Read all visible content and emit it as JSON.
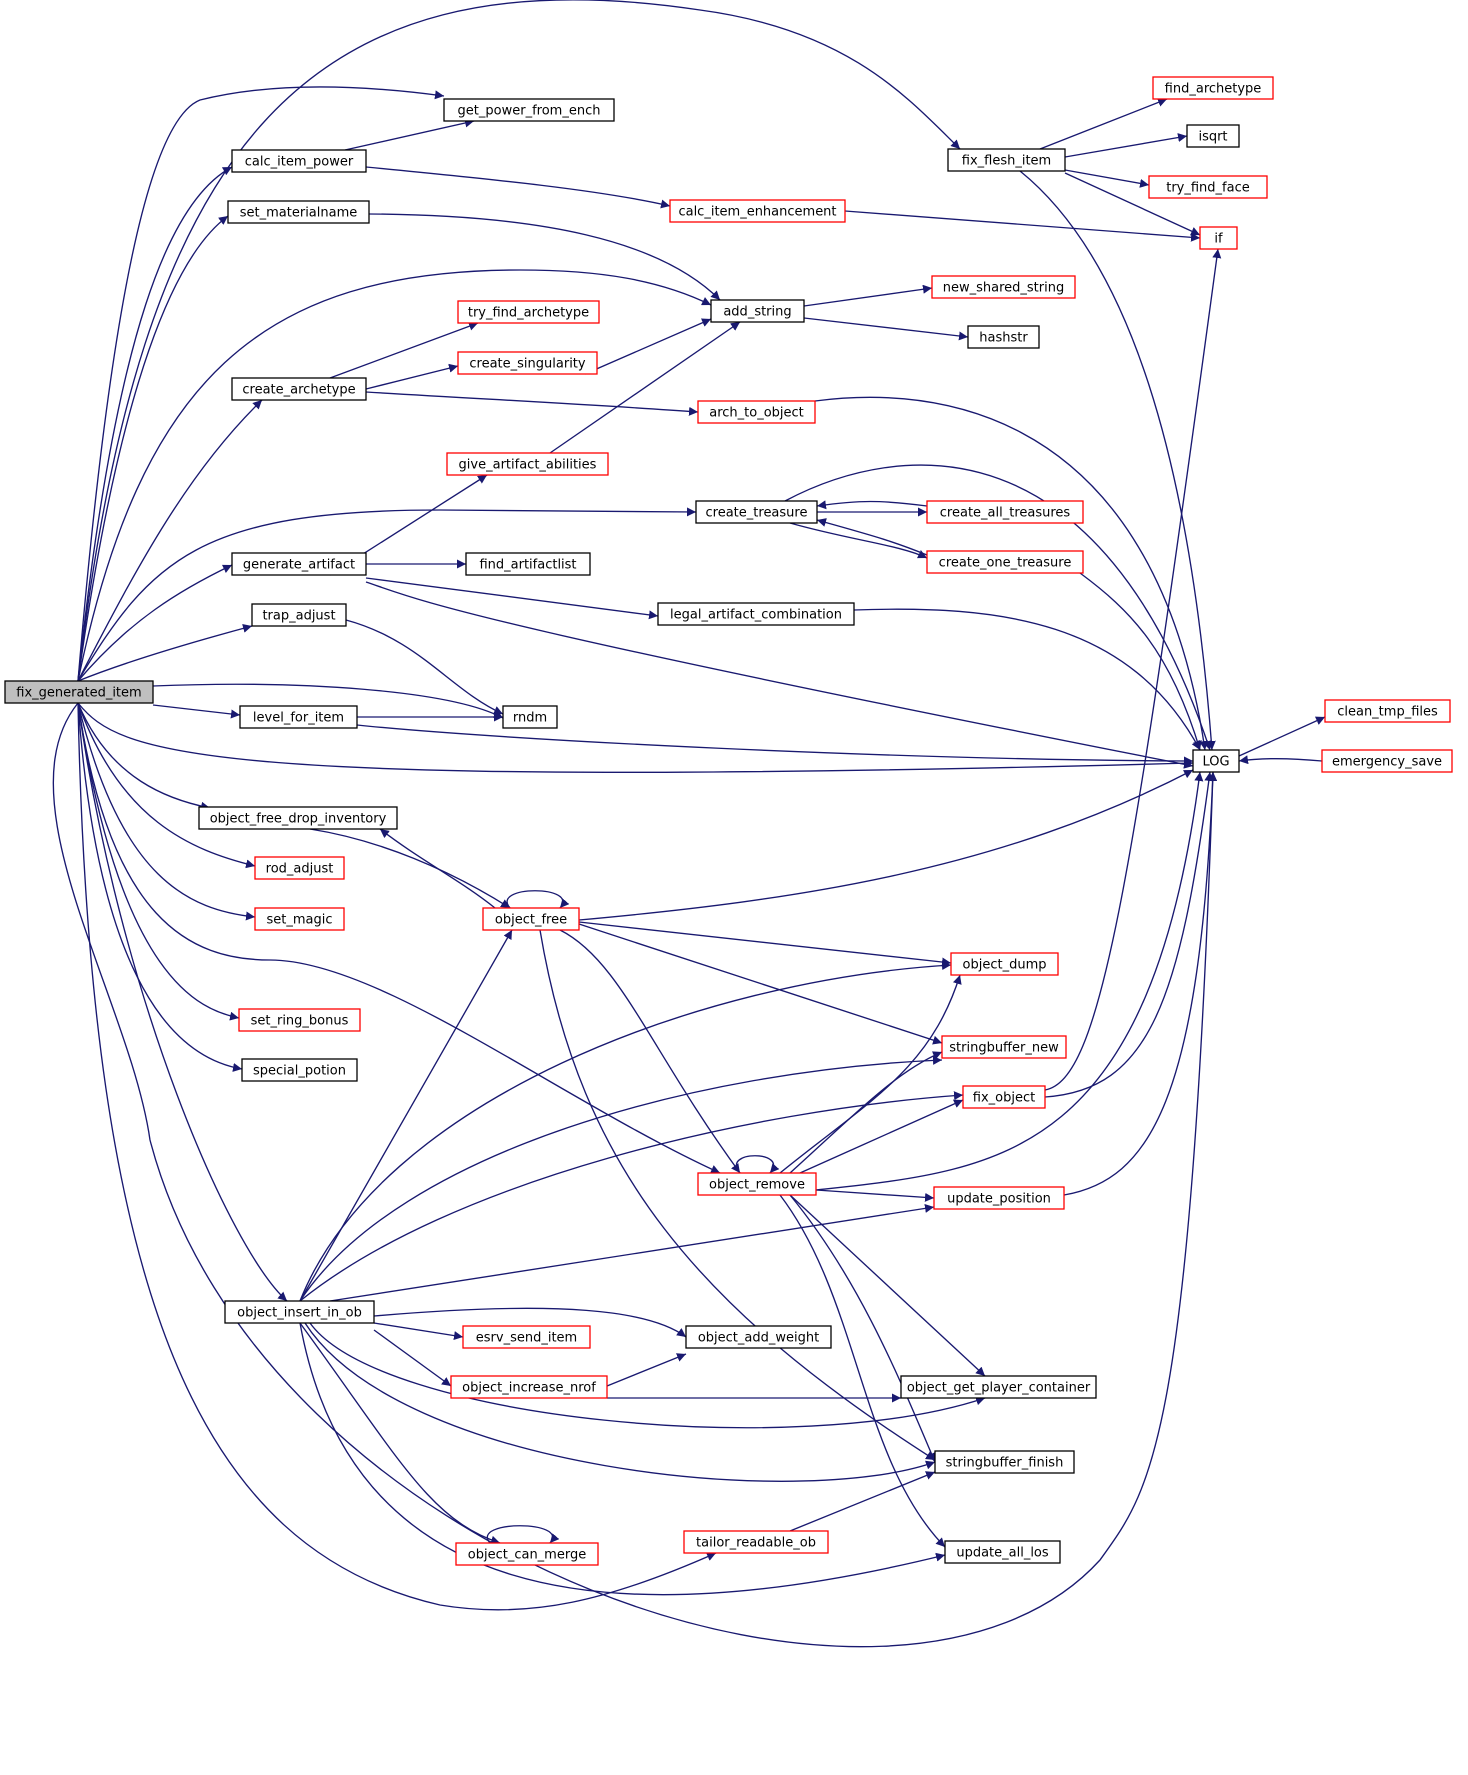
{
  "graph": {
    "root": "fix_generated_item",
    "colors": {
      "edge": "#191970",
      "border_complete": "#000000",
      "border_truncated": "#ff0000",
      "root_fill": "#bfbfbf"
    },
    "nodes": [
      {
        "id": "fix_generated_item",
        "label": "fix_generated_item",
        "style": "root"
      },
      {
        "id": "get_power_from_ench",
        "label": "get_power_from_ench",
        "style": "black"
      },
      {
        "id": "calc_item_power",
        "label": "calc_item_power",
        "style": "black"
      },
      {
        "id": "set_materialname",
        "label": "set_materialname",
        "style": "black"
      },
      {
        "id": "try_find_archetype",
        "label": "try_find_archetype",
        "style": "red"
      },
      {
        "id": "create_archetype",
        "label": "create_archetype",
        "style": "black"
      },
      {
        "id": "create_singularity",
        "label": "create_singularity",
        "style": "red"
      },
      {
        "id": "give_artifact_abilities",
        "label": "give_artifact_abilities",
        "style": "red"
      },
      {
        "id": "generate_artifact",
        "label": "generate_artifact",
        "style": "black"
      },
      {
        "id": "find_artifactlist",
        "label": "find_artifactlist",
        "style": "black"
      },
      {
        "id": "trap_adjust",
        "label": "trap_adjust",
        "style": "black"
      },
      {
        "id": "level_for_item",
        "label": "level_for_item",
        "style": "black"
      },
      {
        "id": "rndm",
        "label": "rndm",
        "style": "black"
      },
      {
        "id": "object_free_drop_inventory",
        "label": "object_free_drop_inventory",
        "style": "black"
      },
      {
        "id": "rod_adjust",
        "label": "rod_adjust",
        "style": "red"
      },
      {
        "id": "set_magic",
        "label": "set_magic",
        "style": "red"
      },
      {
        "id": "object_free",
        "label": "object_free",
        "style": "red"
      },
      {
        "id": "set_ring_bonus",
        "label": "set_ring_bonus",
        "style": "red"
      },
      {
        "id": "special_potion",
        "label": "special_potion",
        "style": "black"
      },
      {
        "id": "object_insert_in_ob",
        "label": "object_insert_in_ob",
        "style": "black"
      },
      {
        "id": "esrv_send_item",
        "label": "esrv_send_item",
        "style": "red"
      },
      {
        "id": "object_increase_nrof",
        "label": "object_increase_nrof",
        "style": "red"
      },
      {
        "id": "object_can_merge",
        "label": "object_can_merge",
        "style": "red"
      },
      {
        "id": "tailor_readable_ob",
        "label": "tailor_readable_ob",
        "style": "red"
      },
      {
        "id": "calc_item_enhancement",
        "label": "calc_item_enhancement",
        "style": "red"
      },
      {
        "id": "add_string",
        "label": "add_string",
        "style": "black"
      },
      {
        "id": "arch_to_object",
        "label": "arch_to_object",
        "style": "red"
      },
      {
        "id": "create_treasure",
        "label": "create_treasure",
        "style": "black"
      },
      {
        "id": "legal_artifact_combination",
        "label": "legal_artifact_combination",
        "style": "black"
      },
      {
        "id": "object_remove",
        "label": "object_remove",
        "style": "red"
      },
      {
        "id": "object_add_weight",
        "label": "object_add_weight",
        "style": "black"
      },
      {
        "id": "fix_flesh_item",
        "label": "fix_flesh_item",
        "style": "black"
      },
      {
        "id": "new_shared_string",
        "label": "new_shared_string",
        "style": "red"
      },
      {
        "id": "hashstr",
        "label": "hashstr",
        "style": "black"
      },
      {
        "id": "create_all_treasures",
        "label": "create_all_treasures",
        "style": "red"
      },
      {
        "id": "create_one_treasure",
        "label": "create_one_treasure",
        "style": "red"
      },
      {
        "id": "object_dump",
        "label": "object_dump",
        "style": "red"
      },
      {
        "id": "stringbuffer_new",
        "label": "stringbuffer_new",
        "style": "red"
      },
      {
        "id": "fix_object",
        "label": "fix_object",
        "style": "red"
      },
      {
        "id": "update_position",
        "label": "update_position",
        "style": "red"
      },
      {
        "id": "object_get_player_container",
        "label": "object_get_player_container",
        "style": "black"
      },
      {
        "id": "stringbuffer_finish",
        "label": "stringbuffer_finish",
        "style": "black"
      },
      {
        "id": "update_all_los",
        "label": "update_all_los",
        "style": "black"
      },
      {
        "id": "find_archetype",
        "label": "find_archetype",
        "style": "red"
      },
      {
        "id": "isqrt",
        "label": "isqrt",
        "style": "black"
      },
      {
        "id": "try_find_face",
        "label": "try_find_face",
        "style": "red"
      },
      {
        "id": "if",
        "label": "if",
        "style": "red"
      },
      {
        "id": "LOG",
        "label": "LOG",
        "style": "black"
      },
      {
        "id": "clean_tmp_files",
        "label": "clean_tmp_files",
        "style": "red"
      },
      {
        "id": "emergency_save",
        "label": "emergency_save",
        "style": "red"
      }
    ]
  }
}
